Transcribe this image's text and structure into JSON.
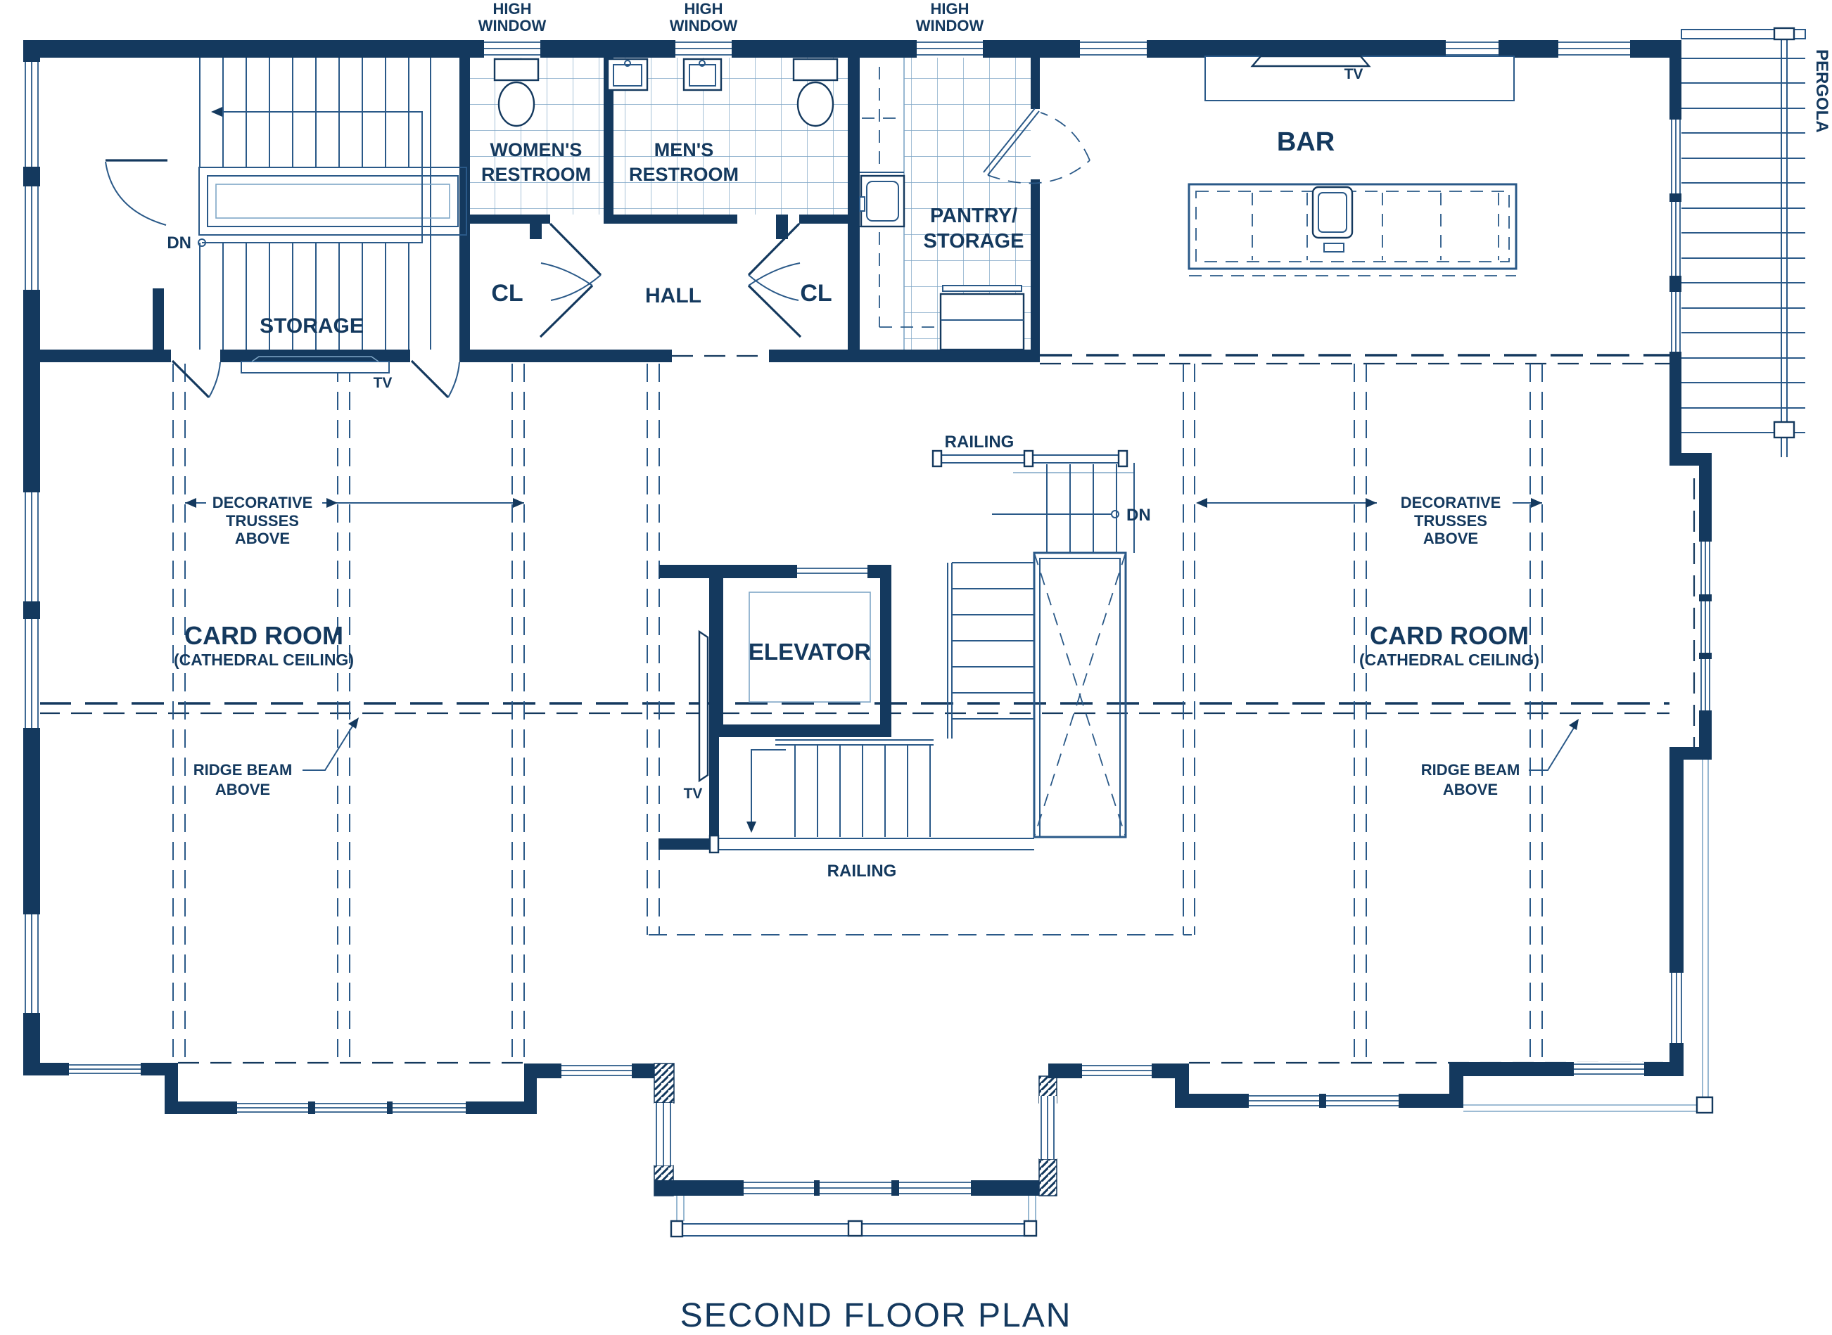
{
  "colors": {
    "navy": "#14395e",
    "mid": "#2a5988",
    "light": "#7fa6c6",
    "paper": "#ffffff"
  },
  "title": {
    "text": "SECOND FLOOR PLAN"
  },
  "labels": {
    "high_window": {
      "line1": "HIGH",
      "line2": "WINDOW"
    },
    "pergola": "PERGOLA",
    "tv": "TV",
    "bar": "BAR",
    "womens_restroom": {
      "line1": "WOMEN'S",
      "line2": "RESTROOM"
    },
    "mens_restroom": {
      "line1": "MEN'S",
      "line2": "RESTROOM"
    },
    "pantry_storage": {
      "line1": "PANTRY/",
      "line2": "STORAGE"
    },
    "storage": "STORAGE",
    "closet": "CL",
    "hall": "HALL",
    "down": "DN",
    "railing": "RAILING",
    "decorative_trusses": {
      "line1": "DECORATIVE",
      "line2": "TRUSSES",
      "line3": "ABOVE"
    },
    "card_room": {
      "line1": "CARD ROOM",
      "line2": "(CATHEDRAL CEILING)"
    },
    "ridge_beam": {
      "line1": "RIDGE BEAM",
      "line2": "ABOVE"
    },
    "elevator": "ELEVATOR"
  }
}
